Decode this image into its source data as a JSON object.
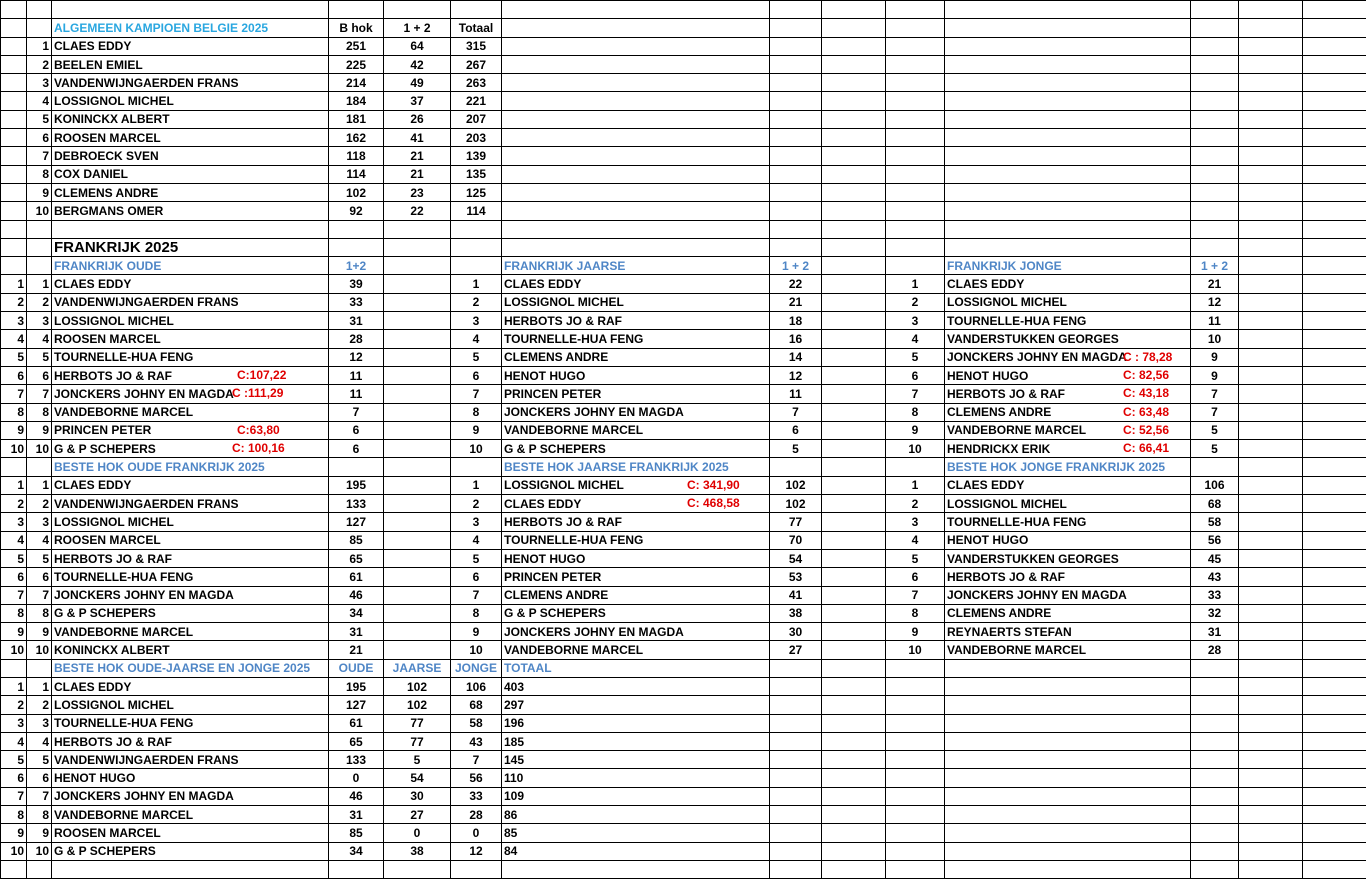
{
  "belgie": {
    "title": "ALGEMEEN KAMPIOEN BELGIE 2025",
    "headers": [
      "B hok",
      "1 + 2",
      "Totaal"
    ],
    "rows": [
      {
        "n": "1",
        "name": "CLAES  EDDY",
        "a": "251",
        "b": "64",
        "t": "315"
      },
      {
        "n": "2",
        "name": "BEELEN EMIEL",
        "a": "225",
        "b": "42",
        "t": "267"
      },
      {
        "n": "3",
        "name": "VANDENWIJNGAERDEN FRANS",
        "a": "214",
        "b": "49",
        "t": "263"
      },
      {
        "n": "4",
        "name": "LOSSIGNOL MICHEL",
        "a": "184",
        "b": "37",
        "t": "221"
      },
      {
        "n": "5",
        "name": "KONINCKX  ALBERT",
        "a": "181",
        "b": "26",
        "t": "207"
      },
      {
        "n": "6",
        "name": "ROOSEN MARCEL",
        "a": "162",
        "b": "41",
        "t": "203"
      },
      {
        "n": "7",
        "name": "DEBROECK  SVEN",
        "a": "118",
        "b": "21",
        "t": "139"
      },
      {
        "n": "8",
        "name": "COX  DANIEL",
        "a": "114",
        "b": "21",
        "t": "135"
      },
      {
        "n": "9",
        "name": "CLEMENS ANDRE",
        "a": "102",
        "b": "23",
        "t": "125"
      },
      {
        "n": "10",
        "name": "BERGMANS OMER",
        "a": "92",
        "b": "22",
        "t": "114"
      }
    ]
  },
  "frankrijk_title": "FRANKRIJK  2025",
  "frankrijk": {
    "oude_title": "FRANKRIJK  OUDE",
    "oude_col": "1+2",
    "jaarse_title": "FRANKRIJK  JAARSE",
    "jaarse_col": "1 + 2",
    "jonge_title": "FRANKRIJK  JONGE",
    "jonge_col": "1 + 2",
    "rows": [
      {
        "idx": "1",
        "n": "1",
        "o_name": "CLAES  EDDY",
        "o_c": "",
        "o_v": "39",
        "jn": "1",
        "ja_name": "CLAES  EDDY",
        "ja_c": "",
        "ja_v": "22",
        "yn": "1",
        "jo_name": "CLAES  EDDY",
        "jo_c": "",
        "jo_v": "21"
      },
      {
        "idx": "2",
        "n": "2",
        "o_name": "VANDENWIJNGAERDEN FRANS",
        "o_c": "",
        "o_v": "33",
        "jn": "2",
        "ja_name": "LOSSIGNOL  MICHEL",
        "ja_c": "",
        "ja_v": "21",
        "yn": "2",
        "jo_name": "LOSSIGNOL  MICHEL",
        "jo_c": "",
        "jo_v": "12"
      },
      {
        "idx": "3",
        "n": "3",
        "o_name": "LOSSIGNOL  MICHEL",
        "o_c": "",
        "o_v": "31",
        "jn": "3",
        "ja_name": "HERBOTS JO & RAF",
        "ja_c": "",
        "ja_v": "18",
        "yn": "3",
        "jo_name": "TOURNELLE-HUA FENG",
        "jo_c": "",
        "jo_v": "11"
      },
      {
        "idx": "4",
        "n": "4",
        "o_name": "ROOSEN MARCEL",
        "o_c": "",
        "o_v": "28",
        "jn": "4",
        "ja_name": "TOURNELLE-HUA FENG",
        "ja_c": "",
        "ja_v": "16",
        "yn": "4",
        "jo_name": "VANDERSTUKKEN GEORGES",
        "jo_c": "",
        "jo_v": "10"
      },
      {
        "idx": "5",
        "n": "5",
        "o_name": "TOURNELLE-HUA FENG",
        "o_c": "",
        "o_v": "12",
        "jn": "5",
        "ja_name": "CLEMENS ANDRE",
        "ja_c": "",
        "ja_v": "14",
        "yn": "5",
        "jo_name": "JONCKERS JOHNY EN MAGDA",
        "jo_c": "C : 78,28",
        "jo_v": "9"
      },
      {
        "idx": "6",
        "n": "6",
        "o_name": "HERBOTS JO & RAF",
        "o_c": "C:107,22",
        "o_v": "11",
        "jn": "6",
        "ja_name": "HENOT HUGO",
        "ja_c": "",
        "ja_v": "12",
        "yn": "6",
        "jo_name": "HENOT HUGO",
        "jo_c": "C: 82,56",
        "jo_v": "9"
      },
      {
        "idx": "7",
        "n": "7",
        "o_name": "JONCKERS JOHNY EN MAGDA",
        "o_c": "C :111,29",
        "o_v": "11",
        "jn": "7",
        "ja_name": "PRINCEN PETER",
        "ja_c": "",
        "ja_v": "11",
        "yn": "7",
        "jo_name": "HERBOTS JO & RAF",
        "jo_c": "C: 43,18",
        "jo_v": "7"
      },
      {
        "idx": "8",
        "n": "8",
        "o_name": "VANDEBORNE MARCEL",
        "o_c": "",
        "o_v": "7",
        "jn": "8",
        "ja_name": "JONCKERS JOHNY EN MAGDA",
        "ja_c": "",
        "ja_v": "7",
        "yn": "8",
        "jo_name": "CLEMENS ANDRE",
        "jo_c": "C: 63,48",
        "jo_v": "7"
      },
      {
        "idx": "9",
        "n": "9",
        "o_name": "PRINCEN PETER",
        "o_c": "C:63,80",
        "o_v": "6",
        "jn": "9",
        "ja_name": "VANDEBORNE MARCEL",
        "ja_c": "",
        "ja_v": "6",
        "yn": "9",
        "jo_name": "VANDEBORNE MARCEL",
        "jo_c": "C: 52,56",
        "jo_v": "5"
      },
      {
        "idx": "10",
        "n": "10",
        "o_name": "G & P SCHEPERS",
        "o_c": "C: 100,16",
        "o_v": "6",
        "jn": "10",
        "ja_name": "G & P SCHEPERS",
        "ja_c": "",
        "ja_v": "5",
        "yn": "10",
        "jo_name": "HENDRICKX ERIK",
        "jo_c": "C: 66,41",
        "jo_v": "5"
      }
    ]
  },
  "bestehok": {
    "oude_title": "BESTE HOK OUDE FRANKRIJK  2025",
    "jaarse_title": "BESTE HOK JAARSE  FRANKRIJK  2025",
    "jonge_title": "BESTE HOK JONGE  FRANKRIJK  2025",
    "rows": [
      {
        "idx": "1",
        "n": "1",
        "o_name": "CLAES  EDDY",
        "o_v": "195",
        "jn": "1",
        "ja_name": "LOSSIGNOL  MICHEL",
        "ja_c": "C: 341,90",
        "ja_v": "102",
        "yn": "1",
        "jo_name": "CLAES  EDDY",
        "jo_v": "106"
      },
      {
        "idx": "2",
        "n": "2",
        "o_name": "VANDENWIJNGAERDEN FRANS",
        "o_v": "133",
        "jn": "2",
        "ja_name": "CLAES  EDDY",
        "ja_c": "C: 468,58",
        "ja_v": "102",
        "yn": "2",
        "jo_name": "LOSSIGNOL  MICHEL",
        "jo_v": "68"
      },
      {
        "idx": "3",
        "n": "3",
        "o_name": "LOSSIGNOL  MICHEL",
        "o_v": "127",
        "jn": "3",
        "ja_name": "HERBOTS JO & RAF",
        "ja_c": "",
        "ja_v": "77",
        "yn": "3",
        "jo_name": "TOURNELLE-HUA FENG",
        "jo_v": "58"
      },
      {
        "idx": "4",
        "n": "4",
        "o_name": "ROOSEN MARCEL",
        "o_v": "85",
        "jn": "4",
        "ja_name": "TOURNELLE-HUA FENG",
        "ja_c": "",
        "ja_v": "70",
        "yn": "4",
        "jo_name": "HENOT HUGO",
        "jo_v": "56"
      },
      {
        "idx": "5",
        "n": "5",
        "o_name": "HERBOTS JO & RAF",
        "o_v": "65",
        "jn": "5",
        "ja_name": "HENOT HUGO",
        "ja_c": "",
        "ja_v": "54",
        "yn": "5",
        "jo_name": "VANDERSTUKKEN GEORGES",
        "jo_v": "45"
      },
      {
        "idx": "6",
        "n": "6",
        "o_name": "TOURNELLE-HUA FENG",
        "o_v": "61",
        "jn": "6",
        "ja_name": "PRINCEN PETER",
        "ja_c": "",
        "ja_v": "53",
        "yn": "6",
        "jo_name": "HERBOTS JO & RAF",
        "jo_v": "43"
      },
      {
        "idx": "7",
        "n": "7",
        "o_name": "JONCKERS JOHNY EN MAGDA",
        "o_v": "46",
        "jn": "7",
        "ja_name": "CLEMENS ANDRE",
        "ja_c": "",
        "ja_v": "41",
        "yn": "7",
        "jo_name": "JONCKERS JOHNY EN MAGDA",
        "jo_v": "33"
      },
      {
        "idx": "8",
        "n": "8",
        "o_name": "G & P SCHEPERS",
        "o_v": "34",
        "jn": "8",
        "ja_name": "G & P SCHEPERS",
        "ja_c": "",
        "ja_v": "38",
        "yn": "8",
        "jo_name": "CLEMENS ANDRE",
        "jo_v": "32"
      },
      {
        "idx": "9",
        "n": "9",
        "o_name": "VANDEBORNE MARCEL",
        "o_v": "31",
        "jn": "9",
        "ja_name": "JONCKERS JOHNY EN MAGDA",
        "ja_c": "",
        "ja_v": "30",
        "yn": "9",
        "jo_name": "REYNAERTS STEFAN",
        "jo_v": "31"
      },
      {
        "idx": "10",
        "n": "10",
        "o_name": "KONINCKX ALBERT",
        "o_v": "21",
        "jn": "10",
        "ja_name": "VANDEBORNE MARCEL",
        "ja_c": "",
        "ja_v": "27",
        "yn": "10",
        "jo_name": "VANDEBORNE MARCEL",
        "jo_v": "28"
      }
    ]
  },
  "combined": {
    "title": "BESTE HOK OUDE-JAARSE EN JONGE 2025",
    "headers": [
      "OUDE",
      "JAARSE",
      "JONGE",
      "TOTAAL"
    ],
    "rows": [
      {
        "idx": "1",
        "n": "1",
        "name": "CLAES  EDDY",
        "o": "195",
        "ja": "102",
        "jo": "106",
        "t": "403"
      },
      {
        "idx": "2",
        "n": "2",
        "name": "LOSSIGNOL MICHEL",
        "o": "127",
        "ja": "102",
        "jo": "68",
        "t": "297"
      },
      {
        "idx": "3",
        "n": "3",
        "name": "TOURNELLE-HUA FENG",
        "o": "61",
        "ja": "77",
        "jo": "58",
        "t": "196"
      },
      {
        "idx": "4",
        "n": "4",
        "name": "HERBOTS JO & RAF",
        "o": "65",
        "ja": "77",
        "jo": "43",
        "t": "185"
      },
      {
        "idx": "5",
        "n": "5",
        "name": "VANDENWIJNGAERDEN FRANS",
        "o": "133",
        "ja": "5",
        "jo": "7",
        "t": "145"
      },
      {
        "idx": "6",
        "n": "6",
        "name": "HENOT HUGO",
        "o": "0",
        "ja": "54",
        "jo": "56",
        "t": "110"
      },
      {
        "idx": "7",
        "n": "7",
        "name": "JONCKERS JOHNY EN MAGDA",
        "o": "46",
        "ja": "30",
        "jo": "33",
        "t": "109"
      },
      {
        "idx": "8",
        "n": "8",
        "name": "VANDEBORNE MARCEL",
        "o": "31",
        "ja": "27",
        "jo": "28",
        "t": "86"
      },
      {
        "idx": "9",
        "n": "9",
        "name": "ROOSEN MARCEL",
        "o": "85",
        "ja": "0",
        "jo": "0",
        "t": "85"
      },
      {
        "idx": "10",
        "n": "10",
        "name": "G & P SCHEPERS",
        "o": "34",
        "ja": "38",
        "jo": "12",
        "t": "84"
      }
    ]
  }
}
